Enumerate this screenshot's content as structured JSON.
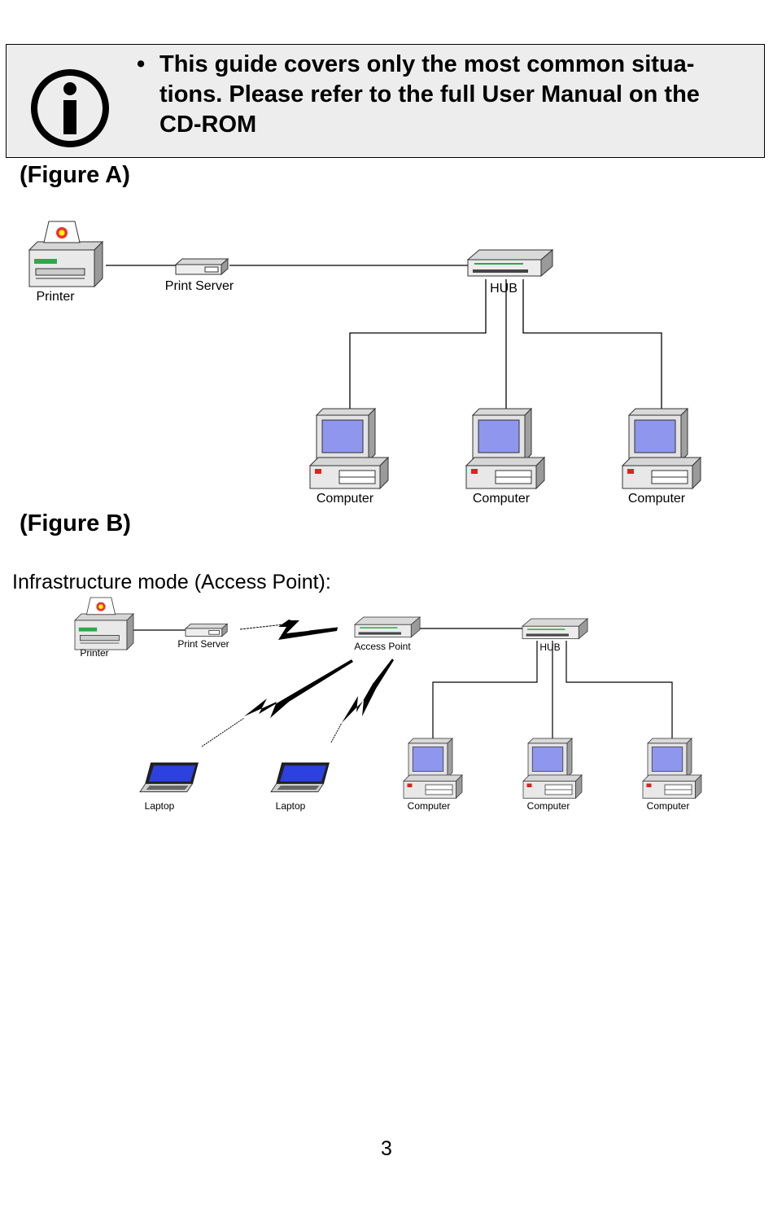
{
  "note": {
    "bullet": "•",
    "text": "This guide covers only the most common situa-tions. Please refer to the full User Manual on the CD-ROM",
    "lines": [
      "This guide covers only the most common situa-",
      "tions. Please refer to the full User Manual on the",
      "CD-ROM"
    ]
  },
  "figure_a": {
    "label": "(Figure A)",
    "printer": "Printer",
    "print_server": "Print Server",
    "hub": "HUB",
    "computers": [
      "Computer",
      "Computer",
      "Computer"
    ]
  },
  "figure_b": {
    "label": "(Figure B)",
    "caption": "Infrastructure mode (Access Point):",
    "printer": "Printer",
    "print_server": "Print Server",
    "access_point": "Access Point",
    "hub": "HUB",
    "laptops": [
      "Laptop",
      "Laptop"
    ],
    "computers": [
      "Computer",
      "Computer",
      "Computer"
    ]
  },
  "page_number": "3"
}
